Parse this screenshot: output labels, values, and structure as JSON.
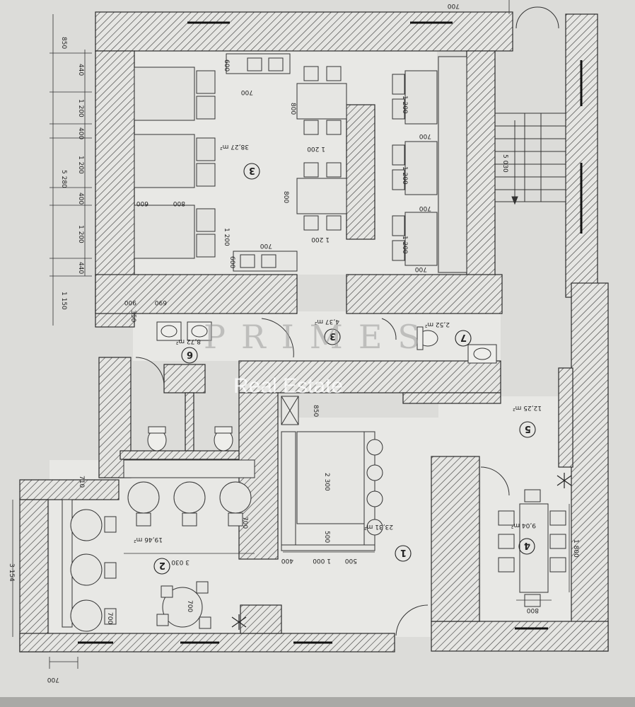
{
  "rooms": [
    {
      "id": "r3",
      "number": "3",
      "area": "38,27 m²"
    },
    {
      "id": "r3b",
      "number": "3",
      "area": "4,37 m²"
    },
    {
      "id": "r6",
      "number": "6",
      "area": "8,72 m²"
    },
    {
      "id": "r7",
      "number": "7",
      "area": "2,52 m²"
    },
    {
      "id": "r5",
      "number": "5",
      "area": "12,25 m²"
    },
    {
      "id": "r4",
      "number": "4",
      "area": "9,04 m²"
    },
    {
      "id": "r1",
      "number": "1",
      "area": "23,31 m²"
    },
    {
      "id": "r2",
      "number": "2",
      "area": "19,46 m²"
    }
  ],
  "dimensions": {
    "left_total": "5 280",
    "left_top": "850",
    "left_1": "440",
    "left_2": "1 200",
    "left_3": "400",
    "left_4": "1 200",
    "left_5": "400",
    "left_6": "1 200",
    "left_7": "440",
    "left_8": "1 150",
    "left_lower": "3 154",
    "top_right": "700",
    "stairs": "5 030",
    "d_700": "700",
    "d_800": "800",
    "d_1200": "1 200",
    "d_600": "600",
    "d_900": "900",
    "d_350": "350",
    "d_690": "690",
    "d_850": "850",
    "d_2300": "2 300",
    "d_500": "500",
    "d_1000": "1 000",
    "d_3030": "3 030",
    "d_1800": "1 800",
    "d_710": "710",
    "d_400": "400"
  },
  "watermark": {
    "brand": "PRIMES",
    "subtitle": "Real Estate"
  }
}
